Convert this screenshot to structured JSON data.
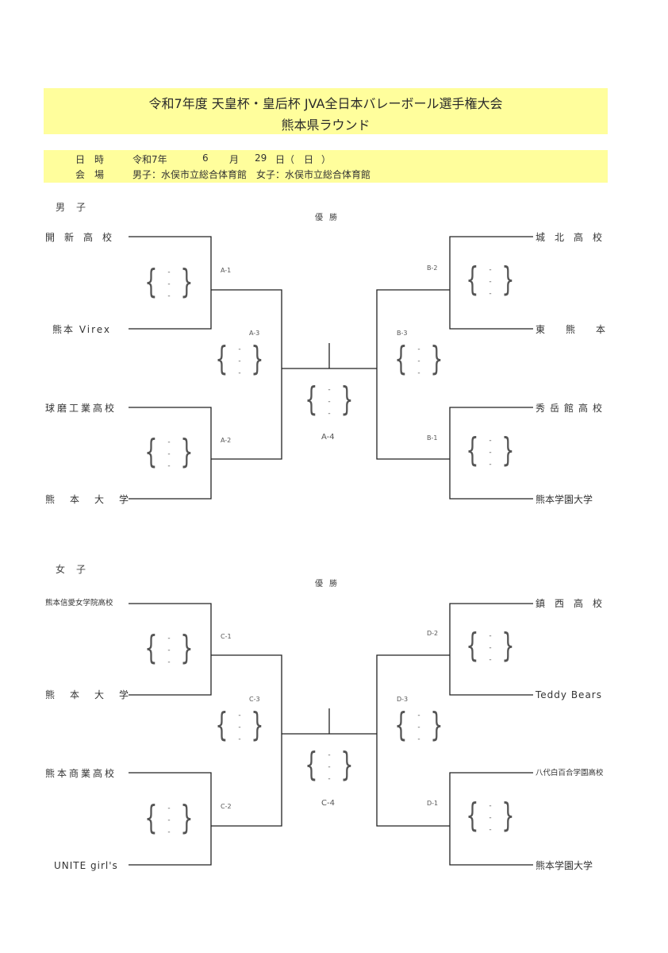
{
  "header": {
    "title_line1": "令和7年度 天皇杯・皇后杯 JVA全日本バレーボール選手権大会",
    "title_line2": "熊本県ラウンド"
  },
  "info": {
    "date_label": "日　時",
    "date_era": "令和7年",
    "date_month": "6",
    "date_month_unit": "月",
    "date_day": "29",
    "date_day_unit": "日（",
    "date_weekday": "日",
    "date_close": "）",
    "venue_label": "会　場",
    "venue_value": "男子：水俣市立総合体育館　女子：水俣市立総合体育館"
  },
  "men": {
    "label": "男子",
    "champion_label": "優勝",
    "teams_left": [
      "開新高校",
      "熊本 Virex",
      "球磨工業高校",
      "熊本大学"
    ],
    "teams_right": [
      "城北高校",
      "東熊本",
      "秀岳館高校",
      "熊本学園大学"
    ],
    "match_ids": {
      "a1": "A-1",
      "a2": "A-2",
      "a3": "A-3",
      "a4": "A-4",
      "b1": "B-1",
      "b2": "B-2",
      "b3": "B-3"
    }
  },
  "women": {
    "label": "女子",
    "champion_label": "優勝",
    "teams_left": [
      "熊本信愛女学院高校",
      "熊本大学",
      "熊本商業高校",
      "UNITE girl's"
    ],
    "teams_right": [
      "鎮西高校",
      "Teddy Bears",
      "八代白百合学園高校",
      "熊本学園大学"
    ],
    "match_ids": {
      "c1": "C-1",
      "c2": "C-2",
      "c3": "C-3",
      "c4": "C-4",
      "d1": "D-1",
      "d2": "D-2",
      "d3": "D-3"
    }
  },
  "score_placeholder": "-",
  "colors": {
    "highlight": "#fffe9c",
    "line": "#222222"
  }
}
